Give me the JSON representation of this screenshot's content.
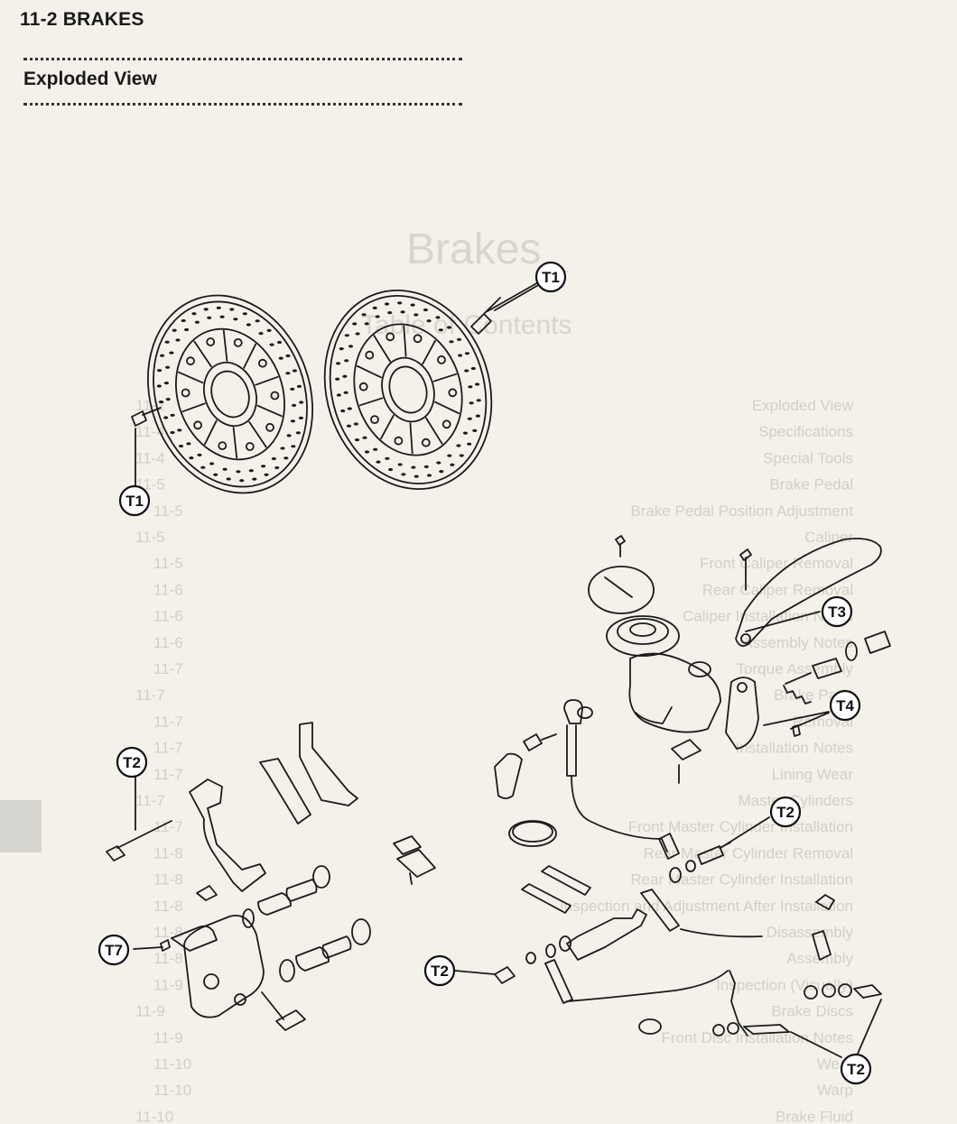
{
  "header": {
    "title": "11-2 BRAKES"
  },
  "section": {
    "title": "Exploded View"
  },
  "callouts": {
    "t1_top": "T1",
    "t1_left": "T1",
    "t3": "T3",
    "t4": "T4",
    "t2_left": "T2",
    "t2_right_mid": "T2",
    "t7": "T7",
    "t2_bottom": "T2",
    "t2_bottom_right": "T2"
  },
  "bleed_through": {
    "title": "Brakes",
    "subtitle": "Table of Contents",
    "toc": [
      "Exploded View",
      "Specifications",
      "Special Tools",
      "Brake Pedal",
      "Brake Pedal Position Adjustment",
      "Caliper",
      "Front Caliper Removal",
      "Rear Caliper Removal",
      "Caliper Installation Notes",
      "Assembly Notes",
      "Torque Assembly",
      "Brake Pads",
      "Removal",
      "Installation Notes",
      "Lining Wear",
      "Master Cylinders",
      "Front Master Cylinder Installation",
      "Rear Master Cylinder Removal",
      "Rear Master Cylinder Installation",
      "Inspection and Adjustment After Installation",
      "Disassembly",
      "Assembly",
      "Inspection (Visually)",
      "Brake Discs",
      "Front Disc Installation Notes",
      "Wear",
      "Warp",
      "Brake Fluid"
    ],
    "toc_pages": [
      "11-2",
      "11-4",
      "11-4",
      "11-5",
      "11-5",
      "11-5",
      "11-5",
      "11-6",
      "11-6",
      "11-6",
      "11-7",
      "11-7",
      "11-7",
      "11-7",
      "11-7",
      "11-7",
      "11-7",
      "11-8",
      "11-8",
      "11-8",
      "11-8",
      "11-8",
      "11-9",
      "11-9",
      "11-9",
      "11-10",
      "11-10",
      "11-10"
    ]
  }
}
